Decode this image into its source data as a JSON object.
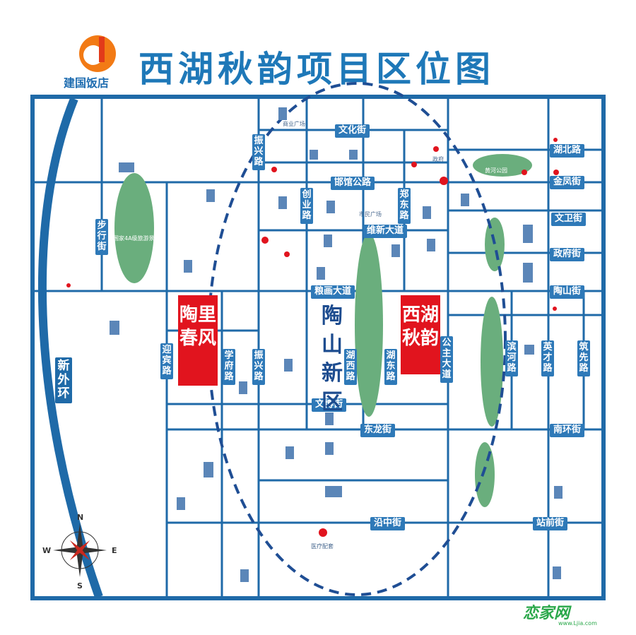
{
  "title": "西湖秋韵项目区位图",
  "brand": "建国饭店",
  "projects": [
    {
      "id": "xihu",
      "text": "西湖秋韵"
    },
    {
      "id": "taoli",
      "text": "陶里春风"
    }
  ],
  "district": "陶山新区",
  "roads_h": [
    {
      "id": "wenhua",
      "text": "文化街"
    },
    {
      "id": "youguan",
      "text": "邯馆公路"
    },
    {
      "id": "weixin",
      "text": "维新大道"
    },
    {
      "id": "liangxiang",
      "text": "粮画大道"
    },
    {
      "id": "wenbo",
      "text": "文博街"
    },
    {
      "id": "donglong",
      "text": "东龙街"
    },
    {
      "id": "yanzhong",
      "text": "沿中街"
    },
    {
      "id": "hubei",
      "text": "湖北路"
    },
    {
      "id": "jinfeng",
      "text": "金凤街"
    },
    {
      "id": "wenwei",
      "text": "文卫街"
    },
    {
      "id": "zhengfu",
      "text": "政府街"
    },
    {
      "id": "taoshan",
      "text": "陶山街"
    },
    {
      "id": "nanhuan",
      "text": "南环街"
    },
    {
      "id": "zhanqian",
      "text": "站前街"
    }
  ],
  "roads_v": [
    {
      "id": "buxing",
      "text": "步行街"
    },
    {
      "id": "zhenxing1",
      "text": "振兴路"
    },
    {
      "id": "chuangye",
      "text": "创业路"
    },
    {
      "id": "zhengdong",
      "text": "郑东路"
    },
    {
      "id": "yingbin",
      "text": "迎宾路"
    },
    {
      "id": "xuefu",
      "text": "学府路"
    },
    {
      "id": "zhenxing2",
      "text": "振兴路"
    },
    {
      "id": "huxi",
      "text": "湖西路"
    },
    {
      "id": "hudong",
      "text": "湖东路"
    },
    {
      "id": "gongzhu",
      "text": "公主大道"
    },
    {
      "id": "binhe",
      "text": "滨河路"
    },
    {
      "id": "yingcai",
      "text": "英才路"
    },
    {
      "id": "zhuxian",
      "text": "筑先路"
    }
  ],
  "ring_road": "新外环",
  "places": [
    {
      "id": "park4a",
      "text": "国家4A级旅游景点"
    },
    {
      "id": "shimin",
      "text": "市民广场"
    },
    {
      "id": "huanghe",
      "text": "黄河公园"
    },
    {
      "id": "medical",
      "text": "医疗配套"
    },
    {
      "id": "gov",
      "text": "政府"
    },
    {
      "id": "shops",
      "text": "商业广场"
    }
  ],
  "compass": {
    "n": "N",
    "s": "S",
    "e": "E",
    "w": "W"
  },
  "watermark": {
    "text": "恋家网",
    "url": "www.Ljia.com"
  },
  "colors": {
    "road": "#1f6aa8",
    "block": "#eef4fa",
    "green": "#5da874",
    "project": "#e1141e",
    "label": "#2e79b8"
  }
}
